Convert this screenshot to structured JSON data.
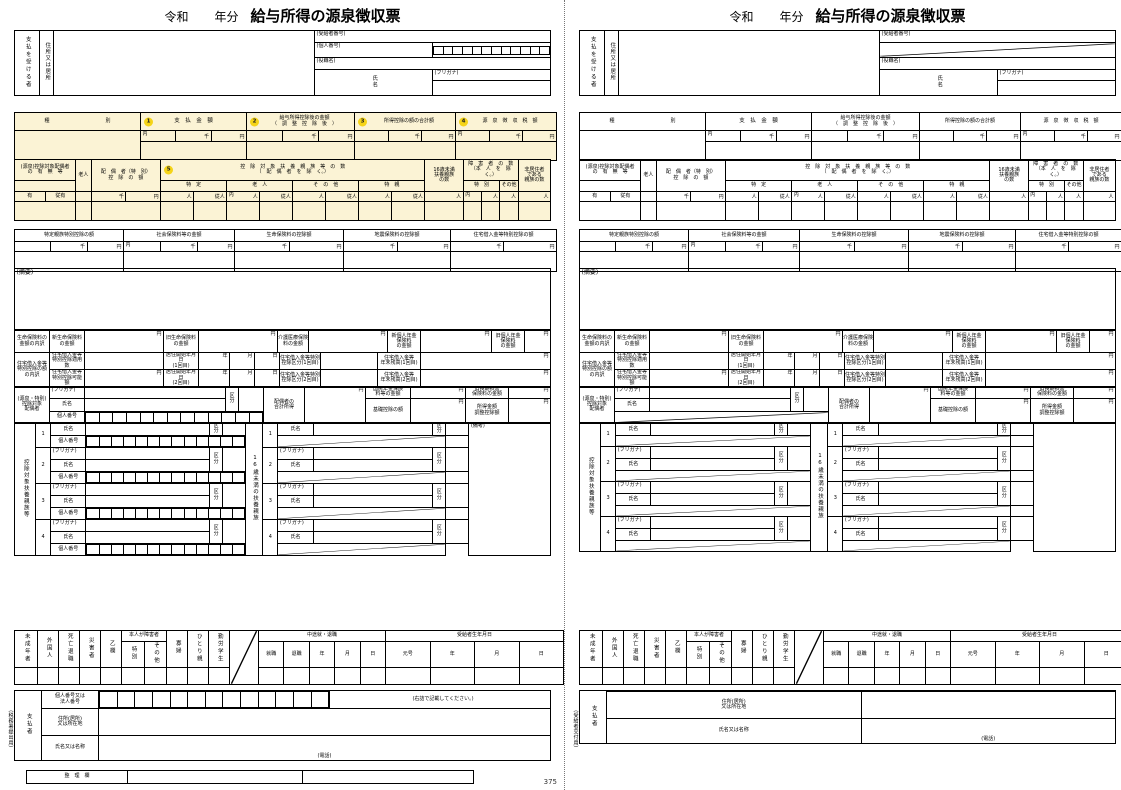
{
  "document": {
    "title_era": "令和",
    "title_year": "年分",
    "title_main": "給与所得の源泉徴収票",
    "page_number": "375"
  },
  "labels": {
    "payer_receiver_vertical": "支払を受ける者",
    "address_vertical": "住所又は居所",
    "receiver_number": "(受給者番号)",
    "individual_number": "(個人番号)",
    "job_title": "(役職名)",
    "name_vertical": "氏名",
    "furigana": "(フリガナ)",
    "kind": "種",
    "kind2": "別",
    "payment_amount": "支　払　金　額",
    "after_deduction_l1": "給与所得控除後の金額",
    "after_deduction_l2": "（　調　整　控　除　後　）",
    "income_deduction_total": "所得控除の額の合計額",
    "withholding_tax": "源　泉　徴　収　税　額",
    "uchi": "内",
    "sen": "千",
    "yen": "円",
    "spouse_exists_l1": "(源泉)控除対象配偶者",
    "spouse_exists_l2": "の　有　無　等",
    "rojin": "老人",
    "spouse_special_l1": "配　偶　者（特　別）",
    "spouse_special_l2": "控　除　の　額",
    "dependents_header_l1": "控　除　対　象　扶　養　親　族　等　の　数",
    "dependents_header_l2": "（　配　偶　者　を　除　く。）",
    "tokutei": "特　定",
    "rojin2": "老　人",
    "sonota": "そ　の　他",
    "tokushin": "特　親",
    "under16_l1": "16歳未満",
    "under16_l2": "扶養親族",
    "under16_l3": "の数",
    "disabled_l1": "障　害　者　の　数",
    "disabled_l2": "（本　人　を　除　く。）",
    "tokubetsu": "特　別",
    "sonota2": "その他",
    "nonresident_l1": "非居住者",
    "nonresident_l2": "である",
    "nonresident_l3": "親族の数",
    "u": "有",
    "jyuu": "従有",
    "nin": "人",
    "jyuunin": "従人",
    "special_relative_deduction": "特定親族特別控除の額",
    "social_insurance": "社会保険料等の金額",
    "life_insurance_deduction": "生命保険料の控除額",
    "earthquake_insurance_deduction": "地震保険料の控除額",
    "housing_loan_deduction": "住宅借入金等特別控除の額",
    "summary": "(摘要)",
    "life_breakdown_l1": "生命保険料の",
    "life_breakdown_l2": "金額の内訳",
    "new_life": "新生命保険料の金額",
    "old_life": "旧生命保険料の金額",
    "nursing_med": "介護医療保険料の金額",
    "new_pension_l1": "新個人年金",
    "new_pension_l2": "保険料",
    "new_pension_l3": "の金額",
    "old_pension_l1": "旧個人年金",
    "old_pension_l2": "保険料",
    "old_pension_l3": "の金額",
    "housing_breakdown_l1": "住宅借入金等",
    "housing_breakdown_l2": "特別控除の額",
    "housing_breakdown_l3": "の内訳",
    "housing_applicable_l1": "住宅借入金等",
    "housing_applicable_l2": "特別控除適用数",
    "move_in_date_1_l1": "居住開始年月日",
    "move_in_date_1_l2": "(1回目)",
    "move_in_date_2_l1": "居住開始年月日",
    "move_in_date_2_l2": "(2回目)",
    "housing_kubun_1_l1": "住宅借入金等特別",
    "housing_kubun_1_l2": "控除区分(1回目)",
    "housing_kubun_2_l1": "住宅借入金等特別",
    "housing_kubun_2_l2": "控除区分(2回目)",
    "housing_balance_1_l1": "住宅借入金等",
    "housing_balance_1_l2": "年末残高(1回目)",
    "housing_balance_2_l1": "住宅借入金等",
    "housing_balance_2_l2": "年末残高(2回目)",
    "housing_deductible_l1": "住宅借入金等",
    "housing_deductible_l2": "特別控除可能額",
    "year": "年",
    "month": "月",
    "day": "日",
    "spouse_target_l1": "(源泉・特別)",
    "spouse_target_l2": "控除対象",
    "spouse_target_l3": "配偶者",
    "name_label": "氏名",
    "kubun_l1": "区",
    "kubun_l2": "分",
    "personal_number": "個人番号",
    "spouse_total_income_l1": "配偶者の",
    "spouse_total_income_l2": "合計所得",
    "national_pension_l1": "国民年金保険",
    "national_pension_l2": "料等の金額",
    "old_longterm_l1": "旧長期損害",
    "old_longterm_l2": "保険料の金額",
    "basic_deduction": "基礎控除の額",
    "income_adjust_l1": "所得金額",
    "income_adjust_l2": "調整控除額",
    "remarks": "(備考)",
    "dependents_vertical": "控除対象扶養親族等",
    "under16_vertical": "16歳未満の扶養親族",
    "minor": "未成年者",
    "foreigner": "外国人",
    "death_retire": "死亡退職",
    "disaster": "災害者",
    "otsu": "乙欄",
    "self_disabled": "本人が障害者",
    "self_disabled_tokubetsu": "特別",
    "self_disabled_sonota": "その他",
    "widow": "寡婦",
    "single_parent": "ひとり親",
    "working_student": "勤労学生",
    "mid_join_retire": "中途就・退職",
    "joined": "就職",
    "retired": "退職",
    "birth_date": "受給者生年月日",
    "gengo": "元号",
    "payer_vertical": "支払者",
    "payer_number_l1": "個人番号又は",
    "payer_number_l2": "法人番号",
    "payer_address_l1": "住所(居所)",
    "payer_address_l2": "又は所在地",
    "payer_name": "氏名又は名称",
    "phone": "(電話)",
    "right_align_note": "(右詰で記載してください。)",
    "seiri": "整　理　欄",
    "tax_office_use": "（税務署提出用）",
    "recipient_use": "（受給者交付用）"
  },
  "badges": {
    "b1": "1",
    "b2": "2",
    "b3": "3",
    "b4": "4",
    "b5": "5"
  },
  "colors": {
    "highlight": "#fbf3d5",
    "badge": "#f5d418",
    "rule": "#000000"
  },
  "forms": [
    {
      "id": "left",
      "variant": "tax-office",
      "highlighted": true,
      "show_badges": true,
      "footer_vertical": "（税務署提出用）",
      "has_payer_number_row": true,
      "has_seiri_row": true,
      "has_page_number": true
    },
    {
      "id": "right",
      "variant": "recipient",
      "highlighted": false,
      "show_badges": false,
      "footer_vertical": "（受給者交付用）",
      "has_payer_number_row": false,
      "has_seiri_row": false,
      "has_page_number": false
    }
  ],
  "dependent_rows": [
    "1",
    "2",
    "3",
    "4"
  ],
  "individual_number_boxes": 12,
  "payer_number_boxes": 13
}
